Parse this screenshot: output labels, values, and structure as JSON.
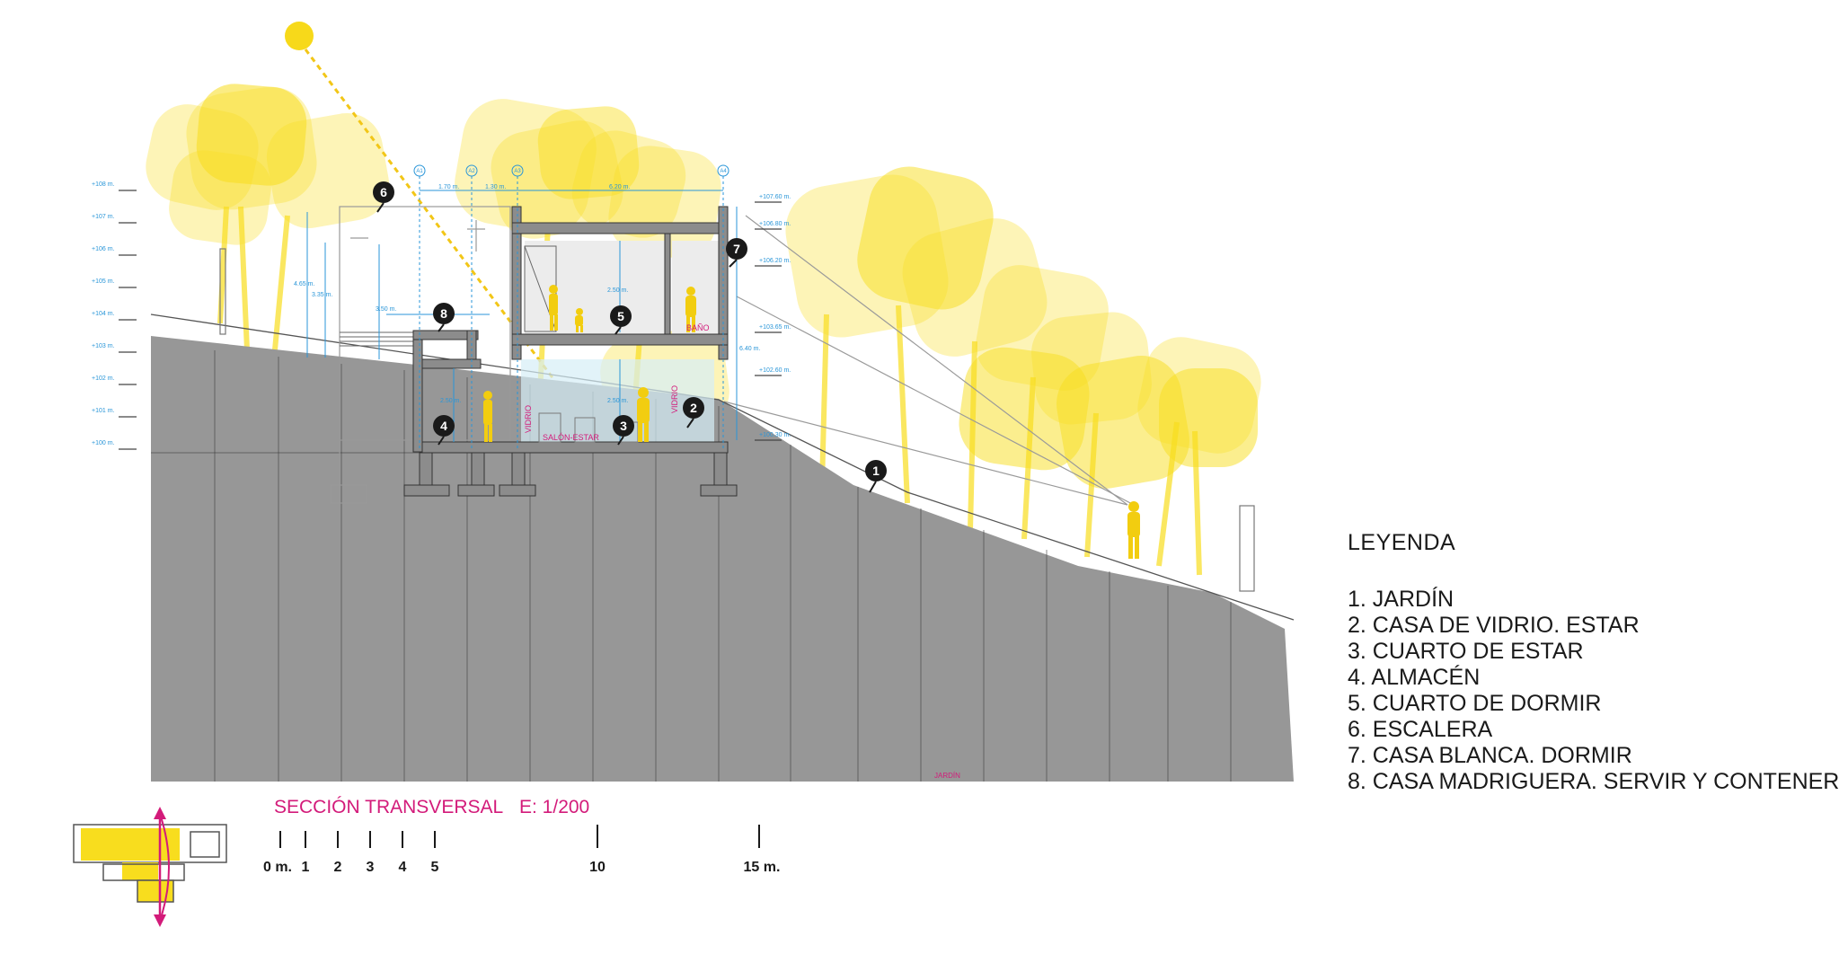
{
  "section": {
    "title": "SECCIÓN TRANSVERSAL",
    "scale": "E: 1/200"
  },
  "scalebar": {
    "labels": [
      "0 m.",
      "1",
      "2",
      "3",
      "4",
      "5",
      "10",
      "15 m."
    ]
  },
  "legend": {
    "title": "LEYENDA",
    "items": [
      "1. JARDÍN",
      "2. CASA DE VIDRIO. ESTAR",
      "3. CUARTO DE ESTAR",
      "4. ALMACÉN",
      "5. CUARTO DE DORMIR",
      "6. ESCALERA",
      "7. CASA BLANCA. DORMIR",
      "8. CASA MADRIGUERA. SERVIR Y CONTENER"
    ]
  },
  "markers": [
    "1",
    "2",
    "3",
    "4",
    "5",
    "6",
    "7",
    "8"
  ],
  "room_labels": {
    "salon": "SALÓN-ESTAR",
    "bano": "BAÑO",
    "vidrio_left": "VIDRIO",
    "vidrio_right": "VIDRIO",
    "jardin": "JARDÍN"
  },
  "levels": [
    "+108 m.",
    "+107 m.",
    "+106 m.",
    "+105 m.",
    "+104 m.",
    "+103 m.",
    "+102 m.",
    "+101 m.",
    "+100 m."
  ],
  "level_marks_right": [
    "+107.60 m.",
    "+106.80 m.",
    "+106.20 m.",
    "+103.65 m.",
    "+102.60 m.",
    "+100.30 m."
  ],
  "dimensions": {
    "top": [
      "1.70 m.",
      "1.30 m.",
      "6.20 m."
    ],
    "heights": [
      "4.65 m.",
      "3.35 m.",
      "2.50 m.",
      "2.50 m.",
      "2.50 m.",
      "6.40 m."
    ],
    "width": "3.50 m."
  },
  "grid_axes": [
    "A1",
    "A2",
    "A3",
    "A4"
  ],
  "colors": {
    "terrain": "#979797",
    "tree": "#f8dd1e",
    "accent": "#d31b7a",
    "dimension": "#2a96d8",
    "structure": "#8c8c8c"
  }
}
